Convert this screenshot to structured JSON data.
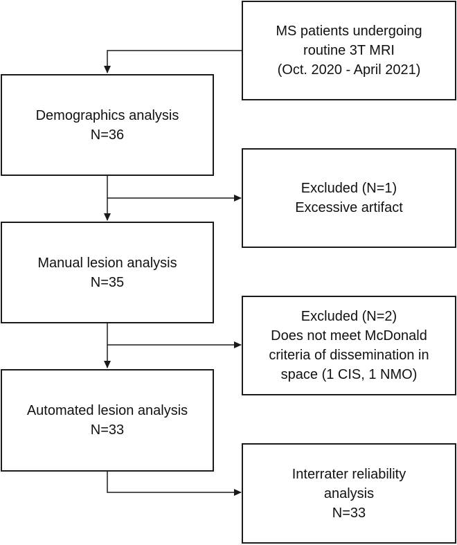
{
  "boxes": {
    "source": [
      "MS patients undergoing",
      "routine 3T MRI",
      "(Oct. 2020 - April 2021)"
    ],
    "demographics": [
      "Demographics analysis",
      "N=36"
    ],
    "excluded1": [
      "Excluded (N=1)",
      "Excessive artifact"
    ],
    "manual": [
      "Manual lesion analysis",
      "N=35"
    ],
    "excluded2": [
      "Excluded (N=2)",
      "Does not meet McDonald",
      "criteria of dissemination in",
      "space (1 CIS, 1 NMO)"
    ],
    "automated": [
      "Automated lesion analysis",
      "N=33"
    ],
    "interrater": [
      "Interrater reliability",
      "analysis",
      "N=33"
    ]
  }
}
